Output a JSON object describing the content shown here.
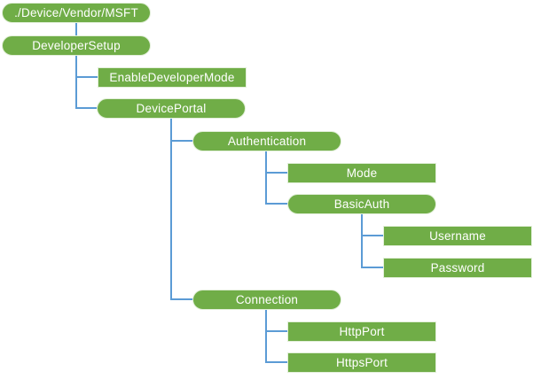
{
  "diagram": {
    "type": "tree-hierarchy",
    "background_color": "#ffffff",
    "node_fill_color": "#70AD47",
    "node_border_color": "#e2efd9",
    "node_text_color": "#ffffff",
    "connector_color": "#5B9BD5",
    "nodes": {
      "root": {
        "label": "./Device/Vendor/MSFT",
        "shape": "rounded"
      },
      "developer_setup": {
        "label": "DeveloperSetup",
        "shape": "rounded"
      },
      "enable_developer_mode": {
        "label": "EnableDeveloperMode",
        "shape": "rectangle"
      },
      "device_portal": {
        "label": "DevicePortal",
        "shape": "rounded"
      },
      "authentication": {
        "label": "Authentication",
        "shape": "rounded"
      },
      "mode": {
        "label": "Mode",
        "shape": "rectangle"
      },
      "basic_auth": {
        "label": "BasicAuth",
        "shape": "rounded"
      },
      "username": {
        "label": "Username",
        "shape": "rectangle"
      },
      "password": {
        "label": "Password",
        "shape": "rectangle"
      },
      "connection": {
        "label": "Connection",
        "shape": "rounded"
      },
      "http_port": {
        "label": "HttpPort",
        "shape": "rectangle"
      },
      "https_port": {
        "label": "HttpsPort",
        "shape": "rectangle"
      }
    },
    "edges": [
      {
        "parent": "./Device/Vendor/MSFT",
        "child": "DeveloperSetup"
      },
      {
        "parent": "DeveloperSetup",
        "child": "EnableDeveloperMode"
      },
      {
        "parent": "DeveloperSetup",
        "child": "DevicePortal"
      },
      {
        "parent": "DevicePortal",
        "child": "Authentication"
      },
      {
        "parent": "Authentication",
        "child": "Mode"
      },
      {
        "parent": "Authentication",
        "child": "BasicAuth"
      },
      {
        "parent": "BasicAuth",
        "child": "Username"
      },
      {
        "parent": "BasicAuth",
        "child": "Password"
      },
      {
        "parent": "DevicePortal",
        "child": "Connection"
      },
      {
        "parent": "Connection",
        "child": "HttpPort"
      },
      {
        "parent": "Connection",
        "child": "HttpsPort"
      }
    ]
  }
}
